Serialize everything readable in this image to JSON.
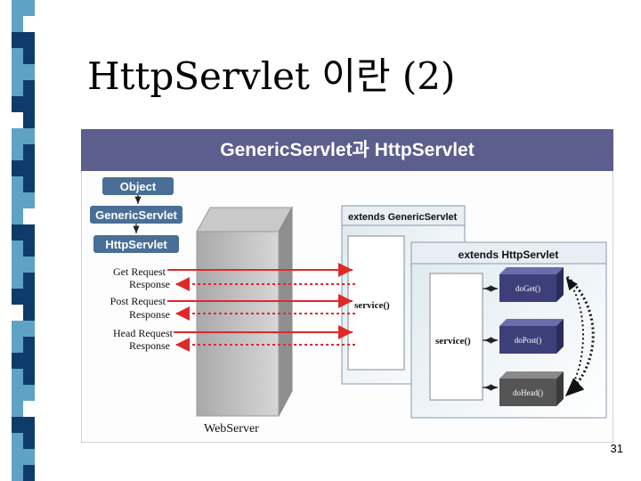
{
  "slide": {
    "title": "HttpServlet 이란 (2)",
    "page_number": "31"
  },
  "diagram": {
    "title": "GenericServlet과 HttpServlet",
    "hierarchy": [
      "Object",
      "GenericServlet",
      "HttpServlet"
    ],
    "requests": [
      {
        "request": "Get Request",
        "response": "Response"
      },
      {
        "request": "Post Request",
        "response": "Response"
      },
      {
        "request": "Head Request",
        "response": "Response"
      }
    ],
    "webserver_label": "WebServer",
    "generic_panel": {
      "title": "extends GenericServlet",
      "method": "service()"
    },
    "http_panel": {
      "title": "extends HttpServlet",
      "method": "service()",
      "handlers": [
        "doGet()",
        "doPost()",
        "doHead()"
      ]
    }
  },
  "colors": {
    "title_band": "#5c5e8e",
    "class_box": "#4a6f96",
    "request_arrow": "#e0282a",
    "handler_purple": "#3d3f7a",
    "handler_gray": "#555555",
    "strip_light": "#5ea3c4",
    "strip_dark": "#0f3b6b"
  }
}
